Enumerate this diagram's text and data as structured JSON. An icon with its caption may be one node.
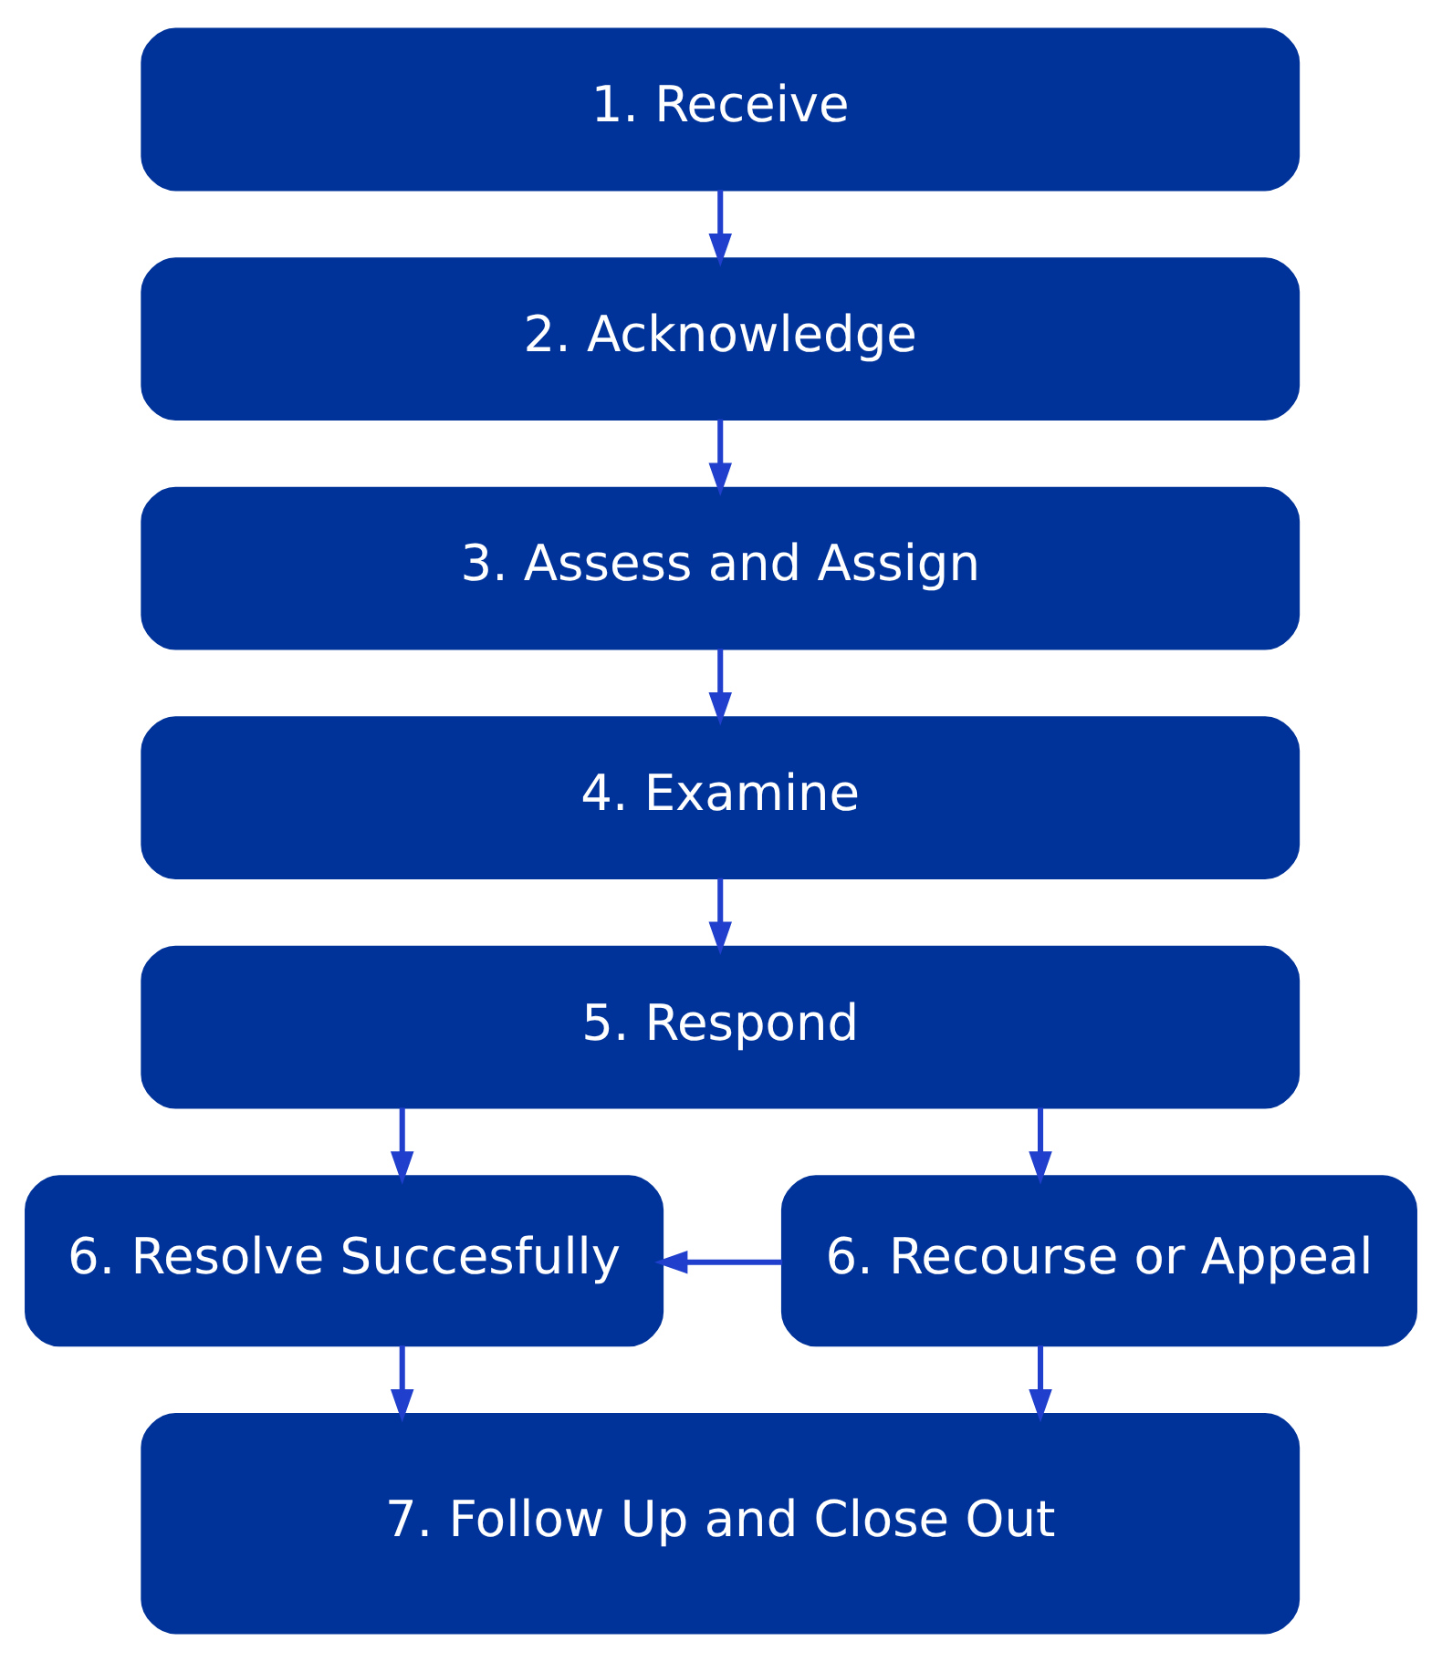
{
  "diagram": {
    "nodes": [
      {
        "text": [
          "1. Receive"
        ]
      },
      {
        "text": [
          "2. Acknowledge"
        ]
      },
      {
        "text": [
          "3. Assess and Assign"
        ]
      },
      {
        "text": [
          "4. Examine"
        ]
      },
      {
        "text": [
          "5. Respond"
        ]
      },
      {
        "text": [
          "6. Resolve Succesfully"
        ]
      },
      {
        "text": [
          "6. Recourse or Appeal"
        ]
      },
      {
        "text": [
          "7. Follow Up and Close Out"
        ]
      }
    ],
    "edges": [
      {
        "from": 0,
        "to": 1,
        "arrow": "to"
      },
      {
        "from": 1,
        "to": 2,
        "arrow": "to"
      },
      {
        "from": 2,
        "to": 3,
        "arrow": "to"
      },
      {
        "from": 3,
        "to": 4,
        "arrow": "to"
      },
      {
        "from": 4,
        "to": 5,
        "arrow": "to"
      },
      {
        "from": 4,
        "to": 6,
        "arrow": "to"
      },
      {
        "from": 6,
        "to": 5,
        "arrow": "to"
      },
      {
        "from": 5,
        "to": 7,
        "arrow": "to"
      },
      {
        "from": 6,
        "to": 7,
        "arrow": "to"
      }
    ]
  }
}
